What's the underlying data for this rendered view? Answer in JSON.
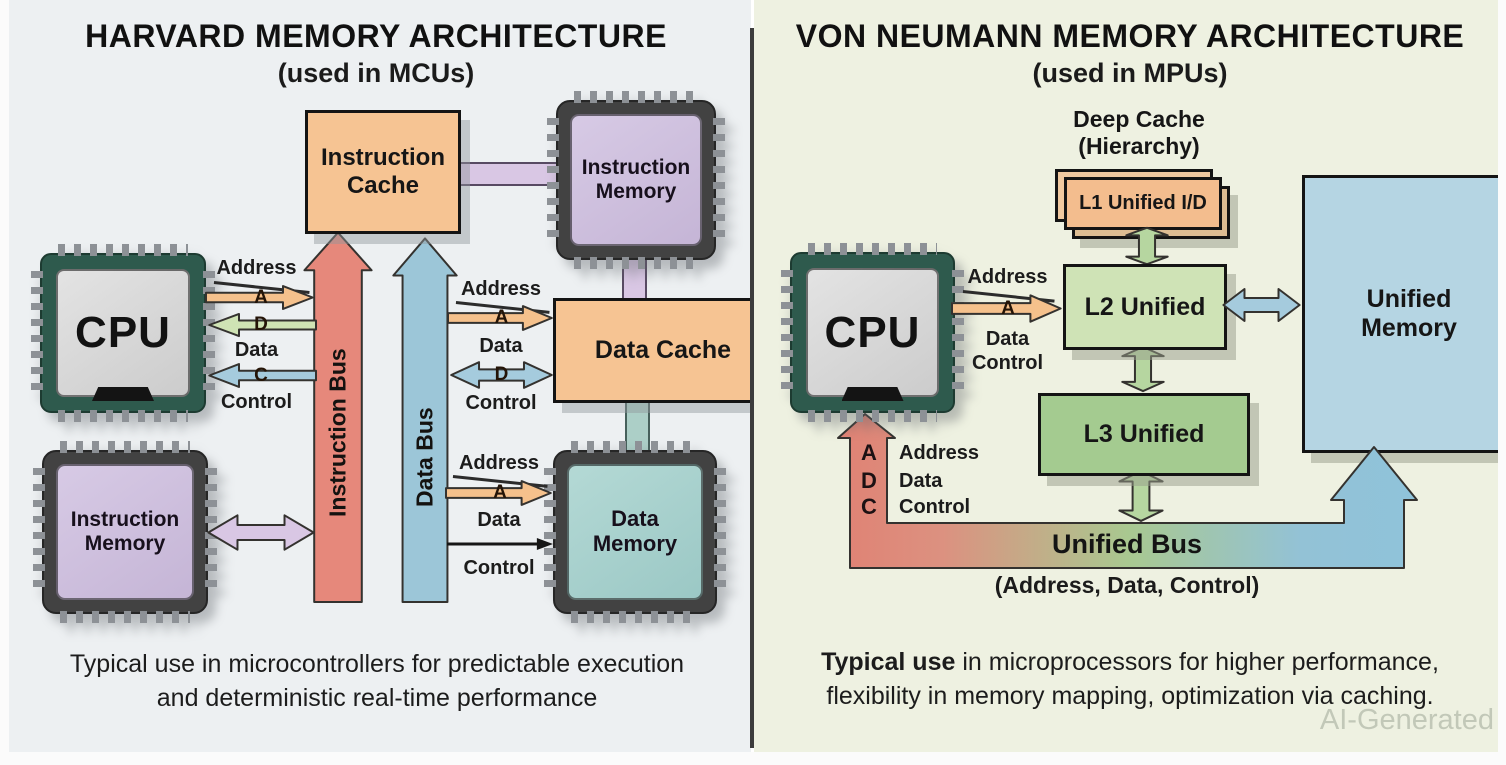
{
  "left": {
    "title": "HARVARD MEMORY ARCHITECTURE",
    "subtitle": "(used in MCUs)",
    "instruction_cache": "Instruction Cache",
    "instruction_memory_top": "Instruction Memory",
    "cpu": "CPU",
    "data_cache": "Data Cache",
    "instruction_memory_bottom": "Instruction Memory",
    "data_memory": "Data Memory",
    "instruction_bus": "Instruction Bus",
    "data_bus": "Data Bus",
    "cpu_signals": {
      "address": "Address",
      "a": "A",
      "d": "D",
      "data": "Data",
      "c": "C",
      "control": "Control"
    },
    "cache_signals": {
      "address": "Address",
      "a": "A",
      "data": "Data",
      "d": "D",
      "control": "Control"
    },
    "memory_signals": {
      "address": "Address",
      "a": "A",
      "data": "Data",
      "control": "Control"
    },
    "caption_line1": "Typical use in microcontrollers for predictable execution",
    "caption_line2": "and deterministic real-time performance"
  },
  "right": {
    "title": "VON NEUMANN MEMORY ARCHITECTURE",
    "subtitle": "(used in MPUs)",
    "deep_cache_line1": "Deep Cache",
    "deep_cache_line2": "(Hierarchy)",
    "l1": "L1 Unified I/D",
    "l2": "L2 Unified",
    "l3": "L3 Unified",
    "cpu": "CPU",
    "unified_memory": "Unified Memory",
    "cpu_signals": {
      "address": "Address",
      "a": "A",
      "data": "Data",
      "control": "Control"
    },
    "adc": {
      "a": "A",
      "d": "D",
      "c": "C",
      "address": "Address",
      "data": "Data",
      "control": "Control"
    },
    "unified_bus": "Unified Bus",
    "unified_bus_sub": "(Address, Data, Control)",
    "caption_bold": "Typical use",
    "caption_rest": " in microprocessors for higher performance,",
    "caption_line2": "flexibility in memory mapping, optimization via caching."
  },
  "watermark": "AI-Generated",
  "colors": {
    "panel_left_bg": "#edf0f2",
    "panel_right_bg": "#eef1e1",
    "cache_orange": "#f6c493",
    "memory_purple": "#cdc0dc",
    "memory_teal": "#a8d1ce",
    "cpu_chip_green": "#2e5a4d",
    "instruction_bus_red": "#e6887b",
    "data_bus_blue": "#9cc6d8",
    "l2_green": "#cfe3b6",
    "l3_green": "#a4cb90",
    "unified_memory_blue": "#b5d5e3",
    "arrow_orange": "#f5c18c",
    "arrow_green": "#cfe3b4",
    "arrow_blue": "#a5cbdd",
    "arrow_purple": "#d9c7e4"
  }
}
